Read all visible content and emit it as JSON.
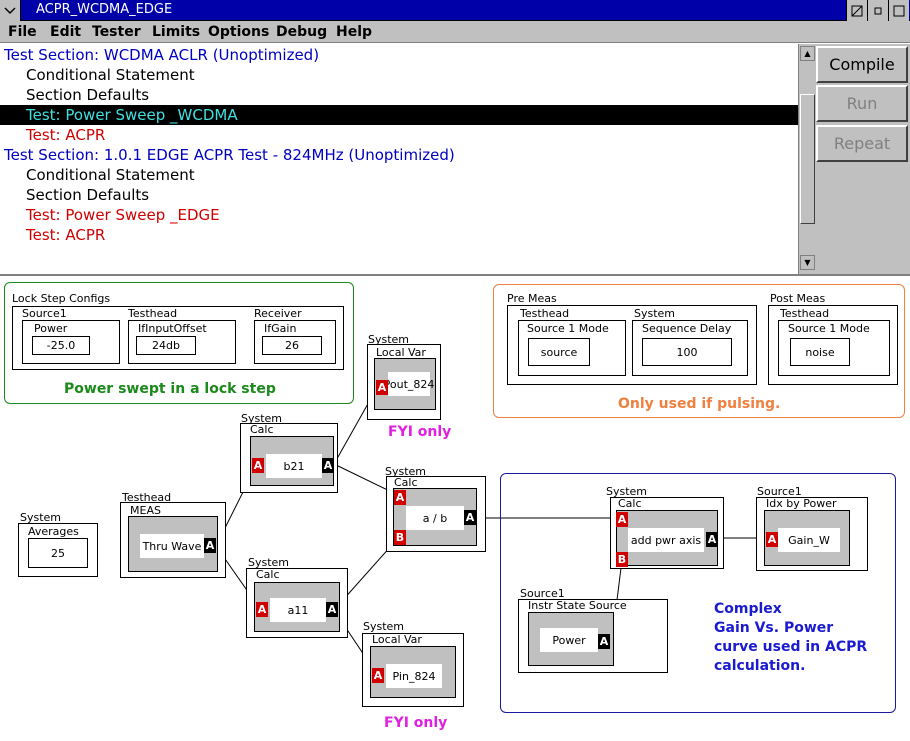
{
  "window": {
    "title": "ACPR_WCDMA_EDGE"
  },
  "menu": [
    "File",
    "Edit",
    "Tester",
    "Limits",
    "Options",
    "Debug",
    "Help"
  ],
  "test_list": [
    {
      "text": "Test Section: WCDMA ACLR (Unoptimized)",
      "indent": 0,
      "color": "#0000c0",
      "selected": false
    },
    {
      "text": "Conditional Statement",
      "indent": 1,
      "color": "#000000",
      "selected": false
    },
    {
      "text": "Section Defaults",
      "indent": 1,
      "color": "#000000",
      "selected": false
    },
    {
      "text": "Test: Power Sweep _WCDMA",
      "indent": 1,
      "color": "#40e0e0",
      "selected": true
    },
    {
      "text": "Test: ACPR",
      "indent": 1,
      "color": "#d00000",
      "selected": false
    },
    {
      "text": "Test Section: 1.0.1 EDGE ACPR Test - 824MHz (Unoptimized)",
      "indent": 0,
      "color": "#0000c0",
      "selected": false
    },
    {
      "text": "Conditional Statement",
      "indent": 1,
      "color": "#000000",
      "selected": false
    },
    {
      "text": "Section Defaults",
      "indent": 1,
      "color": "#000000",
      "selected": false
    },
    {
      "text": "Test: Power Sweep _EDGE",
      "indent": 1,
      "color": "#d00000",
      "selected": false
    },
    {
      "text": "Test: ACPR",
      "indent": 1,
      "color": "#d00000",
      "selected": false
    }
  ],
  "buttons": {
    "compile": {
      "label": "Compile",
      "enabled": true
    },
    "run": {
      "label": "Run",
      "enabled": false
    },
    "repeat": {
      "label": "Repeat",
      "enabled": false
    }
  },
  "diagram": {
    "lockstep": {
      "title": "Lock Step Configs",
      "source1": {
        "header": "Source1",
        "field": "Power",
        "value": "-25.0"
      },
      "testhead": {
        "header": "Testhead",
        "field": "IfInputOffset",
        "value": "24db"
      },
      "receiver": {
        "header": "Receiver",
        "field": "IfGain",
        "value": "26"
      },
      "note": "Power swept in a lock step",
      "note_color": "#1a8a1a",
      "border_color": "#1a8a1a"
    },
    "premeas": {
      "title": "Pre Meas",
      "testhead": {
        "header": "Testhead",
        "field": "Source 1 Mode",
        "value": "source"
      },
      "system": {
        "header": "System",
        "field": "Sequence Delay",
        "value": "100"
      },
      "border_color": "#f08040"
    },
    "postmeas": {
      "title": "Post Meas",
      "testhead": {
        "header": "Testhead",
        "field": "Source 1 Mode",
        "value": "noise"
      }
    },
    "pulsing_note": {
      "text": "Only used if pulsing.",
      "color": "#f08040"
    },
    "pout": {
      "group": "System",
      "header": "Local Var",
      "label": "Pout_824"
    },
    "fyi1": {
      "text": "FYI only",
      "color": "#e020e0"
    },
    "b21": {
      "group": "System",
      "header": "Calc",
      "label": "b21"
    },
    "a11": {
      "group": "System",
      "header": "Calc",
      "label": "a11"
    },
    "pin": {
      "group": "System",
      "header": "Local Var",
      "label": "Pin_824"
    },
    "fyi2": {
      "text": "FYI only",
      "color": "#e020e0"
    },
    "averages": {
      "group": "System",
      "header": "Averages",
      "value": "25"
    },
    "meas": {
      "group": "Testhead",
      "header": "MEAS",
      "label": "Thru Wave"
    },
    "ab": {
      "group": "System",
      "header": "Calc",
      "label": "a / b"
    },
    "complex": {
      "border_color": "#1a1aa0",
      "addpwr": {
        "group": "System",
        "header": "Calc",
        "label": "add pwr axis"
      },
      "idx": {
        "group": "Source1",
        "header": "Idx by Power",
        "label": "Gain_W"
      },
      "instr": {
        "group": "Source1",
        "header": "Instr State Source",
        "label": "Power"
      },
      "note_lines": [
        "Complex",
        "Gain Vs. Power",
        "curve used in ACPR",
        "calculation."
      ],
      "note_color": "#1a1ad0"
    },
    "port_labels": {
      "in_a": "A",
      "in_b": "B",
      "out_a": "A"
    }
  }
}
